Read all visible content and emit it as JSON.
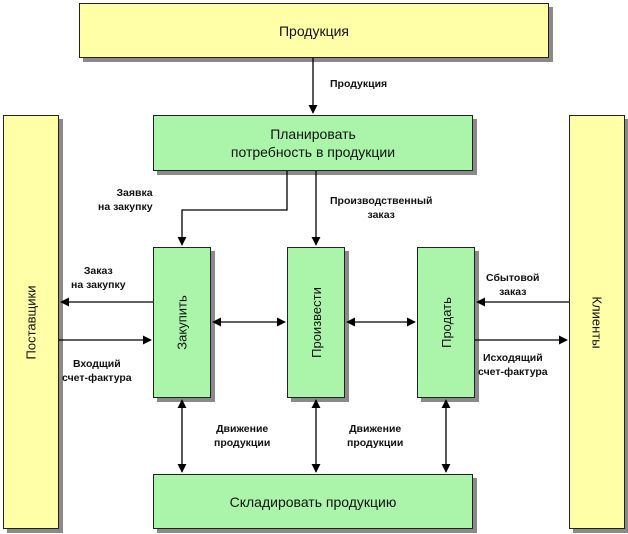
{
  "boxes": {
    "top": "Продукция",
    "plan_line1": "Планировать",
    "plan_line2": "потребность в продукции",
    "buy": "Закупить",
    "produce": "Произвести",
    "sell": "Продать",
    "store": "Складировать продукцию",
    "suppliers": "Поставщики",
    "clients": "Клиенты"
  },
  "labels": {
    "product_flow": "Продукция",
    "purchase_request": "Заявка\nна закупку",
    "production_order": "Производственный\nзаказ",
    "purchase_order": "Заказ\nна закупку",
    "incoming_invoice": "Входщий\nсчет-фактура",
    "sales_order": "Сбытовой\nзаказ",
    "outgoing_invoice": "Исходящий\nсчет-фактура",
    "movement_left": "Движение\nпродукции",
    "movement_right": "Движение\nпродукции"
  }
}
